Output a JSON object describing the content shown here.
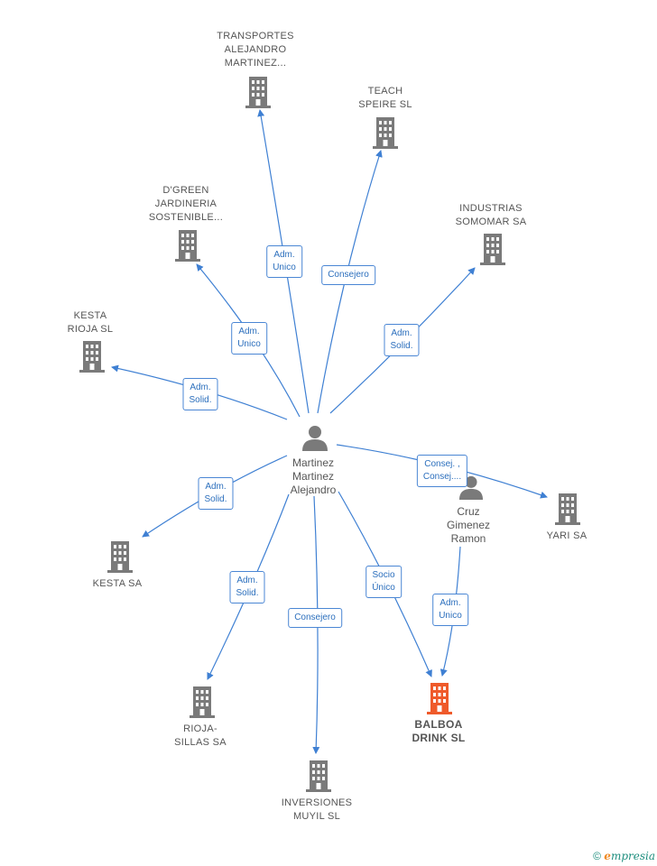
{
  "colors": {
    "company": "#7a7a7a",
    "highlight": "#ef5a2a",
    "edge": "#3f80d3",
    "person": "#7a7a7a"
  },
  "persons": {
    "main": "Martinez\nMartinez\nAlejandro",
    "second": "Cruz\nGimenez\nRamon"
  },
  "companies": {
    "transportes": "TRANSPORTES\nALEJANDRO\nMARTINEZ...",
    "teach": "TEACH\nSPEIRE  SL",
    "dgreen": "D'GREEN\nJARDINERIA\nSOSTENIBLE...",
    "industrias": "INDUSTRIAS\nSOMOMAR SA",
    "kesta_rioja": "KESTA\nRIOJA SL",
    "yari": "YARI SA",
    "kesta": "KESTA SA",
    "rioja_sillas": "RIOJA-\nSILLAS SA",
    "inversiones": "INVERSIONES\nMUYIL  SL",
    "balboa": "BALBOA\nDRINK  SL"
  },
  "edges": {
    "transportes": "Adm.\nUnico",
    "teach": "Consejero",
    "dgreen": "Adm.\nUnico",
    "industrias": "Adm.\nSolid.",
    "kesta_rioja": "Adm.\nSolid.",
    "yari": "Consej. ,\nConsej....",
    "kesta": "Adm.\nSolid.",
    "rioja_sillas": "Adm.\nSolid.",
    "inversiones": "Consejero",
    "balboa_main": "Socio\nÚnico",
    "balboa_cruz": "Adm.\nUnico"
  },
  "footer": {
    "copyright": "©",
    "brand_initial": "e",
    "brand_rest": "mpresia"
  }
}
